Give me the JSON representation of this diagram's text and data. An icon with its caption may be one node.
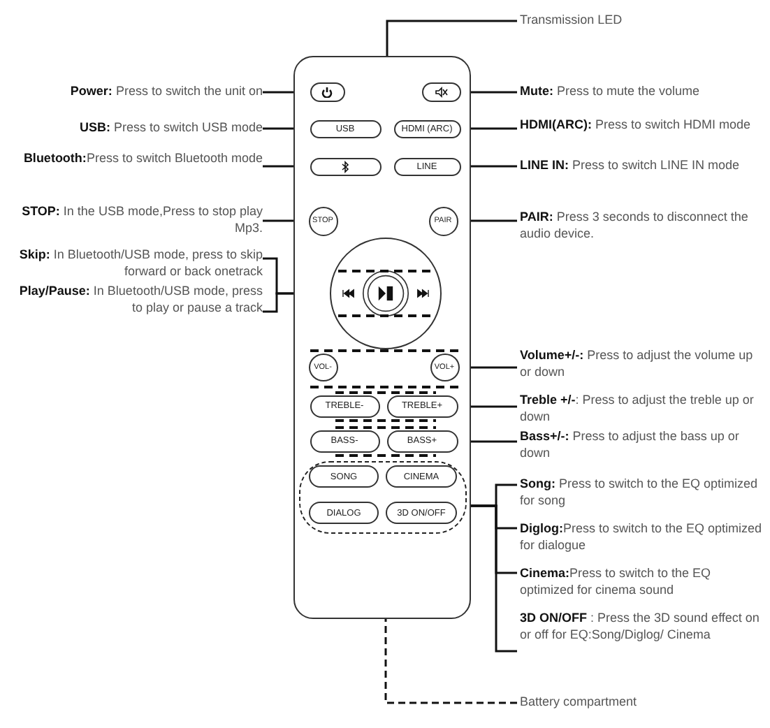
{
  "diagram": {
    "nodes": [
      {
        "text": [],
        "shape": "box"
      },
      {
        "text": [],
        "shape": "button",
        "in": 0
      },
      {
        "text": [],
        "shape": "button",
        "in": 0
      },
      {
        "text": [
          "USB"
        ],
        "in": 0
      },
      {
        "text": [
          "HDMI (ARC)"
        ],
        "in": 0
      },
      {
        "text": [],
        "shape": "button",
        "in": 0
      },
      {
        "text": [
          "LINE"
        ],
        "in": 0
      },
      {
        "text": [
          "STOP"
        ],
        "in": 0
      },
      {
        "text": [
          "PAIR"
        ],
        "in": 0
      },
      {
        "text": [],
        "shape": "circle",
        "in": 0
      },
      {
        "text": [
          "VOL-"
        ],
        "in": 0
      },
      {
        "text": [
          "VOL+"
        ],
        "in": 0
      },
      {
        "text": [
          "TREBLE-"
        ],
        "in": 0
      },
      {
        "text": [
          "TREBLE+"
        ],
        "in": 0
      },
      {
        "text": [
          "BASS-"
        ],
        "in": 0
      },
      {
        "text": [
          "BASS+"
        ],
        "in": 0
      },
      {
        "text": [],
        "shape": "box",
        "in": 0
      },
      {
        "text": [
          "SONG"
        ],
        "in": 16
      },
      {
        "text": [
          "CINEMA"
        ],
        "in": 16
      },
      {
        "text": [
          "DIALOG"
        ],
        "in": 16
      },
      {
        "text": [
          "3D ON/OFF"
        ],
        "in": 16
      },
      {
        "text": [
          "Transmission LED"
        ]
      },
      {
        "text": [
          "**Power:** Press to switch the unit on"
        ]
      },
      {
        "text": [
          "**Mute:** Press to mute the volume"
        ]
      },
      {
        "text": [
          "**USB:** Press to switch USB mode"
        ]
      },
      {
        "text": [
          "**HDMI(ARC):** Press to switch HDMI mode"
        ]
      },
      {
        "text": [
          "**Bluetooth:**Press to switch Bluetooth mode"
        ]
      },
      {
        "text": [
          "**LINE IN:** Press to switch LINE IN mode"
        ]
      },
      {
        "text": [
          "**STOP:** In the USB mode,Press to stop play Mp3."
        ]
      },
      {
        "text": [
          "**PAIR:** Press 3 seconds to disconnect the audio device."
        ]
      },
      {
        "text": [
          "**Skip:** In Bluetooth/USB mode, press to skip forward or back onetrack"
        ]
      },
      {
        "text": [
          "**Play/Pause:** In Bluetooth/USB mode, press to play or pause a track"
        ]
      },
      {
        "text": [
          "**Volume+/-:** Press to adjust the volume up or down"
        ]
      },
      {
        "text": [
          "**Treble +/-**: Press to adjust the treble up or down"
        ]
      },
      {
        "text": [
          "**Bass+/-:** Press to adjust the bass up or down"
        ]
      },
      {
        "text": [
          "**Song:** Press to switch to the EQ optimized for song"
        ]
      },
      {
        "text": [
          "**Diglog:**Press to switch to the EQ optimized for dialogue"
        ]
      },
      {
        "text": [
          "**Cinema:**Press to switch to the EQ optimized for cinema sound"
        ]
      },
      {
        "text": [
          "**3D ON/OFF** : Press the 3D sound effect on or off for EQ:Song/Diglog/ Cinema"
        ]
      },
      {
        "text": [
          "Battery compartment"
        ]
      }
    ],
    "edges": [
      {
        "from": 21,
        "to": 0,
        "arrow": "none"
      },
      {
        "from": 22,
        "to": 1,
        "arrow": "none"
      },
      {
        "from": 23,
        "to": 2,
        "arrow": "none"
      },
      {
        "from": 24,
        "to": 3,
        "arrow": "none"
      },
      {
        "from": 25,
        "to": 4,
        "arrow": "none"
      },
      {
        "from": 26,
        "to": 5,
        "arrow": "none"
      },
      {
        "from": 27,
        "to": 6,
        "arrow": "none"
      },
      {
        "from": 28,
        "to": 7,
        "arrow": "none"
      },
      {
        "from": 29,
        "to": 8,
        "arrow": "none"
      },
      {
        "from": 30,
        "to": 9,
        "arrow": "none"
      },
      {
        "from": 31,
        "to": 9,
        "arrow": "none"
      },
      {
        "from": 32,
        "to": 11,
        "arrow": "none"
      },
      {
        "from": 33,
        "to": 13,
        "arrow": "none"
      },
      {
        "from": 34,
        "to": 15,
        "arrow": "none"
      },
      {
        "from": 35,
        "to": 16,
        "arrow": "none"
      },
      {
        "from": 36,
        "to": 16,
        "arrow": "none"
      },
      {
        "from": 37,
        "to": 16,
        "arrow": "none"
      },
      {
        "from": 38,
        "to": 16,
        "arrow": "none"
      },
      {
        "from": 39,
        "to": 0,
        "arrow": "none",
        "style": "dashed"
      }
    ]
  }
}
